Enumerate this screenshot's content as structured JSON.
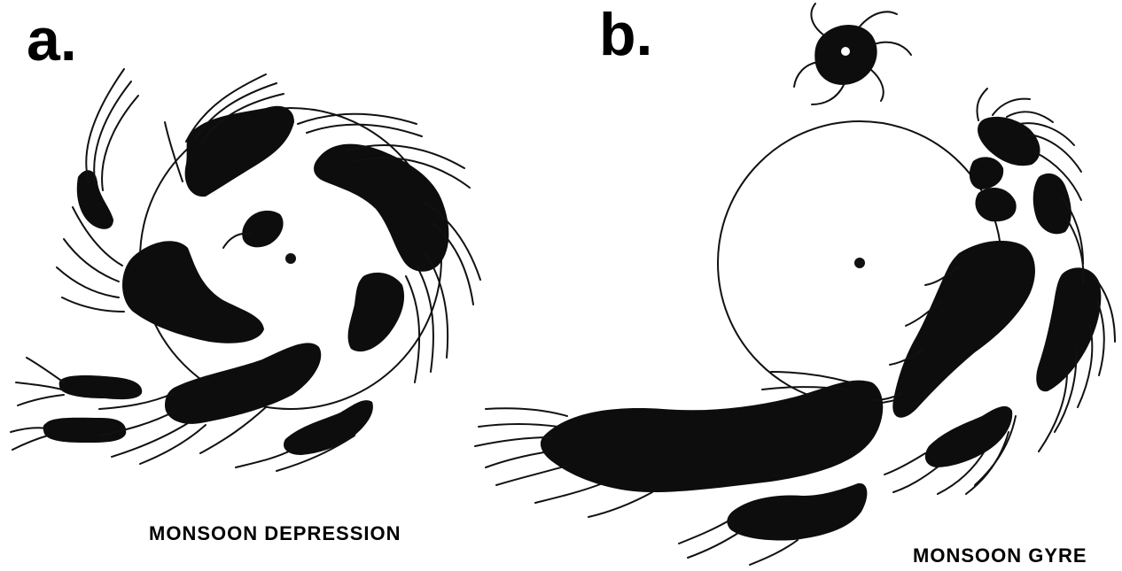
{
  "panels": [
    {
      "letter": "a.",
      "caption": "MONSOON DEPRESSION"
    },
    {
      "letter": "b.",
      "caption": "MONSOON GYRE"
    }
  ],
  "colors": {
    "ink": "#0d0d0d",
    "background": "#ffffff"
  }
}
